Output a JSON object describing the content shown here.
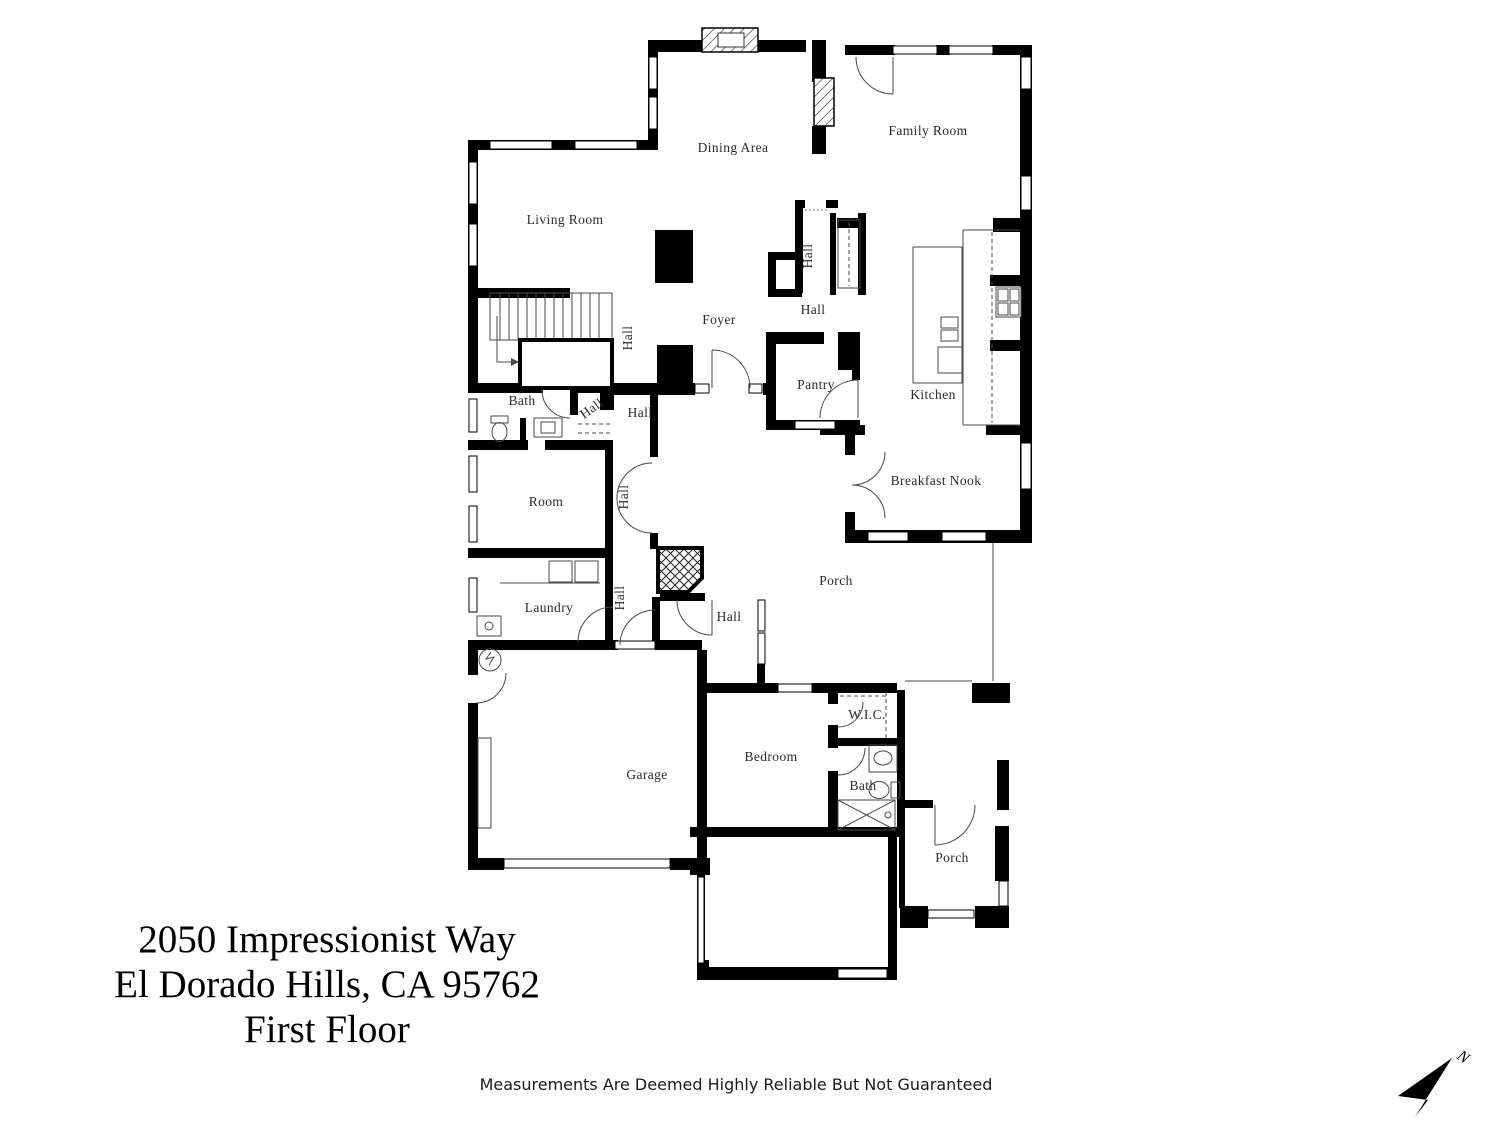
{
  "address": {
    "line1": "2050 Impressionist Way",
    "line2": "El Dorado Hills, CA  95762",
    "line3": "First Floor"
  },
  "footer": {
    "disclaimer": "Measurements Are Deemed Highly Reliable But Not Guaranteed"
  },
  "compass": {
    "label": "N"
  },
  "rooms": {
    "dining_area": "Dining Area",
    "family_room": "Family Room",
    "living_room": "Living Room",
    "foyer": "Foyer",
    "hall": "Hall",
    "kitchen": "Kitchen",
    "pantry": "Pantry",
    "breakfast_nook": "Breakfast Nook",
    "bath": "Bath",
    "room": "Room",
    "laundry": "Laundry",
    "porch": "Porch",
    "garage": "Garage",
    "bedroom": "Bedroom",
    "wic": "W.I.C."
  },
  "colors": {
    "wall": "#000000",
    "line": "#4a4a4a",
    "background": "#ffffff",
    "text": "#2b2b2b"
  }
}
